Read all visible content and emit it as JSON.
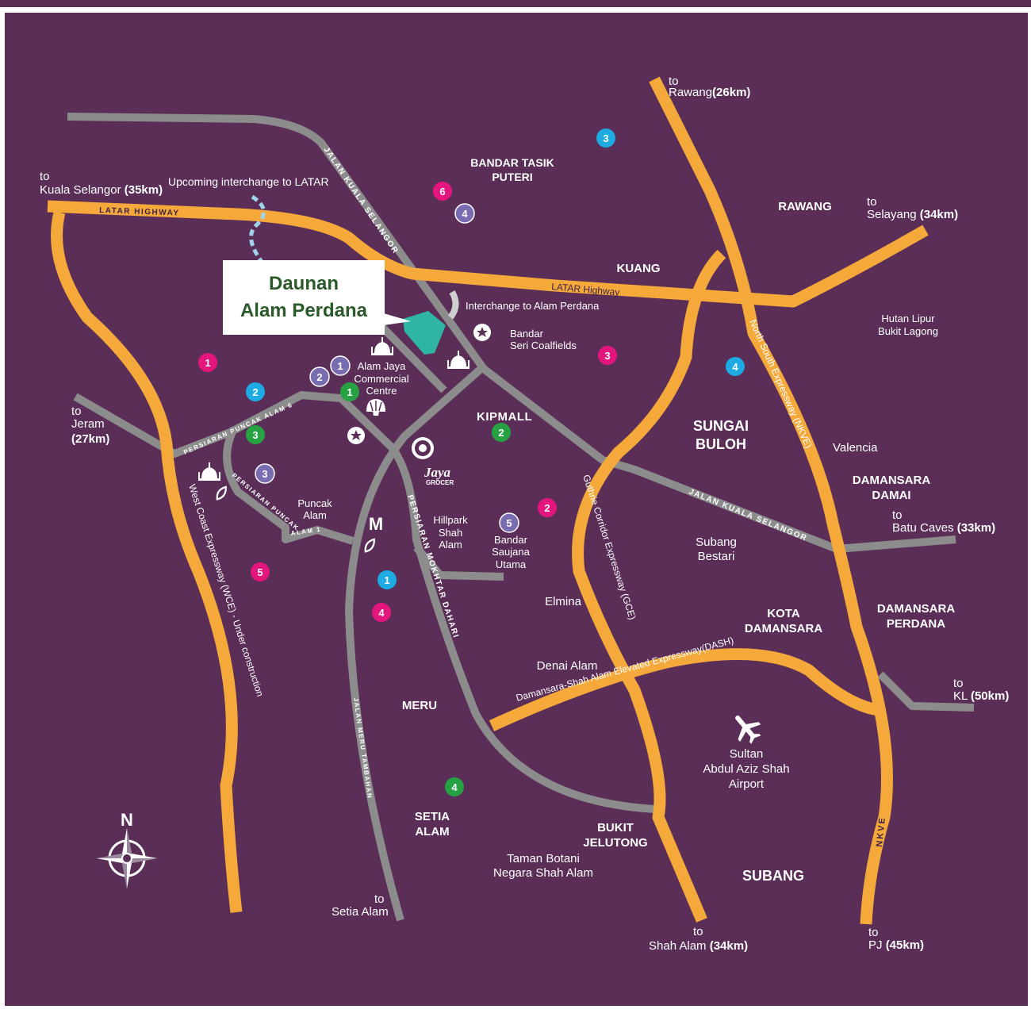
{
  "colors": {
    "background": "#5a2e56",
    "highway": "#f5a93a",
    "road": "#8c8c8c",
    "project_area": "#2fb5a6",
    "badge_magenta": "#e4157c",
    "badge_blue": "#1eabe3",
    "badge_green": "#27a243",
    "badge_purple": "#7a6cb0"
  },
  "project": {
    "line1": "Daunan",
    "line2": "Alam Perdana"
  },
  "directions": [
    {
      "to": "to",
      "place": "Kuala Selangor",
      "dist": "(35km)"
    },
    {
      "to": "to",
      "place": "Rawang",
      "dist": "(26km)"
    },
    {
      "to": "to",
      "place": "Selayang",
      "dist": "(34km)"
    },
    {
      "to": "to",
      "place": "Jeram",
      "dist": "(27km)"
    },
    {
      "to": "to",
      "place": "Batu Caves",
      "dist": "(33km)"
    },
    {
      "to": "to",
      "place": "KL",
      "dist": "(50km)"
    },
    {
      "to": "to",
      "place": "Setia Alam",
      "dist": ""
    },
    {
      "to": "to",
      "place": "Shah Alam",
      "dist": "(34km)"
    },
    {
      "to": "to",
      "place": "PJ",
      "dist": "(45km)"
    }
  ],
  "areas": {
    "bandar_tasik_puteri": [
      "BANDAR TASIK",
      "PUTERI"
    ],
    "rawang": "RAWANG",
    "kuang": "KUANG",
    "sungai_buloh": [
      "SUNGAI",
      "BULOH"
    ],
    "damansara_damai": [
      "DAMANSARA",
      "DAMAI"
    ],
    "kota_damansara": [
      "KOTA",
      "DAMANSARA"
    ],
    "damansara_perdana": [
      "DAMANSARA",
      "PERDANA"
    ],
    "meru": "MERU",
    "setia_alam": [
      "SETIA",
      "ALAM"
    ],
    "bukit_jelutong": [
      "BUKIT",
      "JELUTONG"
    ],
    "subang": "SUBANG"
  },
  "places": {
    "upcoming_interchange": "Upcoming interchange to LATAR",
    "interchange_alam_perdana": "Interchange to Alam Perdana",
    "bandar_seri_coalfields": [
      "Bandar",
      "Seri Coalfields"
    ],
    "hutan_lipur": [
      "Hutan Lipur",
      "Bukit Lagong"
    ],
    "alam_jaya": [
      "Alam Jaya",
      "Commercial",
      "Centre"
    ],
    "valencia": "Valencia",
    "puncak_alam": [
      "Puncak",
      "Alam"
    ],
    "hillpark": [
      "Hillpark",
      "Shah",
      "Alam"
    ],
    "bandar_saujana": [
      "Bandar",
      "Saujana",
      "Utama"
    ],
    "subang_bestari": [
      "Subang",
      "Bestari"
    ],
    "elmina": "Elmina",
    "denai_alam": "Denai Alam",
    "airport": [
      "Sultan",
      "Abdul Aziz Shah",
      "Airport"
    ],
    "taman_botani": [
      "Taman Botani",
      "Negara Shah Alam"
    ]
  },
  "roads": {
    "latar_highway_1": "LATAR HIGHWAY",
    "latar_highway_2": "LATAR Highway",
    "jalan_kuala_selangor_1": "JALAN KUALA SELANGOR",
    "jalan_kuala_selangor_2": "JALAN KUALA SELANGOR",
    "persiaran_puncak_alam_6": "PERSIARAN PUNCAK ALAM 6",
    "persiaran_puncak_alam_1a": "PERSIARAN PUNCAK",
    "persiaran_puncak_alam_1b": "ALAM 1",
    "persiaran_mokhtar_dahari": "PERSIARAN MOKHTAR DAHARI",
    "jalan_meru_tambahan": "JALAN MERU TAMBAHAN",
    "nkve_full": "North South Expressway (NKVE)",
    "nkve_short": "NKVE",
    "gce": "Guthrie Corridor Expressway (GCE)",
    "dash": "Damansara-Shah Alam Elevated Expressway(DASH)",
    "wce": "West Coast Expressway (WCE) - Under construction"
  },
  "brands": {
    "kipmall": "KIPMALL",
    "jaya": "Jaya",
    "grocer": "GROCER",
    "mcd": "M"
  },
  "compass": {
    "north": "N"
  },
  "badges": [
    {
      "n": "6",
      "color": "magenta"
    },
    {
      "n": "4",
      "color": "purple"
    },
    {
      "n": "3",
      "color": "blue"
    },
    {
      "n": "3",
      "color": "magenta"
    },
    {
      "n": "4",
      "color": "blue"
    },
    {
      "n": "1",
      "color": "magenta"
    },
    {
      "n": "2",
      "color": "purple"
    },
    {
      "n": "1",
      "color": "purple"
    },
    {
      "n": "1",
      "color": "green"
    },
    {
      "n": "2",
      "color": "blue"
    },
    {
      "n": "3",
      "color": "green"
    },
    {
      "n": "3",
      "color": "purple"
    },
    {
      "n": "2",
      "color": "green"
    },
    {
      "n": "2",
      "color": "magenta"
    },
    {
      "n": "5",
      "color": "purple"
    },
    {
      "n": "5",
      "color": "magenta"
    },
    {
      "n": "1",
      "color": "blue"
    },
    {
      "n": "4",
      "color": "magenta"
    },
    {
      "n": "4",
      "color": "green"
    }
  ]
}
